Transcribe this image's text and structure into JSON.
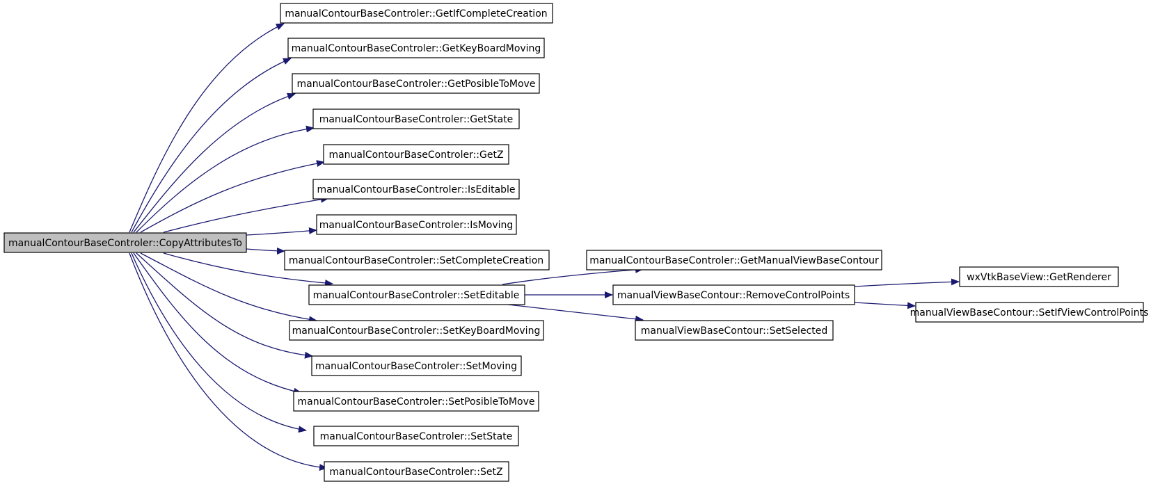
{
  "graph": {
    "root": {
      "label": "manualContourBaseControler::CopyAttributesTo"
    },
    "callees": [
      {
        "label": "manualContourBaseControler::GetIfCompleteCreation"
      },
      {
        "label": "manualContourBaseControler::GetKeyBoardMoving"
      },
      {
        "label": "manualContourBaseControler::GetPosibleToMove"
      },
      {
        "label": "manualContourBaseControler::GetState"
      },
      {
        "label": "manualContourBaseControler::GetZ"
      },
      {
        "label": "manualContourBaseControler::IsEditable"
      },
      {
        "label": "manualContourBaseControler::IsMoving"
      },
      {
        "label": "manualContourBaseControler::SetCompleteCreation"
      },
      {
        "label": "manualContourBaseControler::SetEditable"
      },
      {
        "label": "manualContourBaseControler::SetKeyBoardMoving"
      },
      {
        "label": "manualContourBaseControler::SetMoving"
      },
      {
        "label": "manualContourBaseControler::SetPosibleToMove"
      },
      {
        "label": "manualContourBaseControler::SetState"
      },
      {
        "label": "manualContourBaseControler::SetZ"
      }
    ],
    "second_level": [
      {
        "label": "manualContourBaseControler::GetManualViewBaseContour"
      },
      {
        "label": "manualViewBaseContour::RemoveControlPoints"
      },
      {
        "label": "manualViewBaseContour::SetSelected"
      }
    ],
    "third_level": [
      {
        "label": "wxVtkBaseView::GetRenderer"
      },
      {
        "label": "manualViewBaseContour::SetIfViewControlPoints"
      }
    ],
    "edge_color": "#191970"
  }
}
